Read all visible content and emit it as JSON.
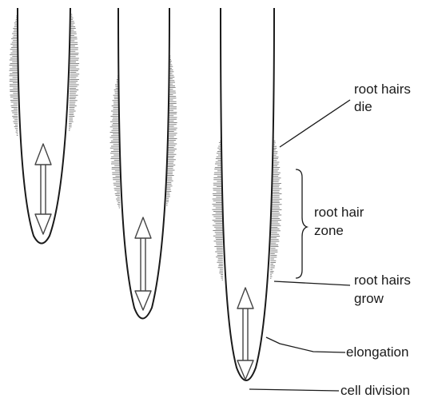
{
  "labels": {
    "root_hairs_die": [
      "root hairs",
      "die"
    ],
    "root_hair_zone": [
      "root hair",
      "zone"
    ],
    "root_hairs_grow": [
      "root hairs",
      "grow"
    ],
    "elongation": "elongation",
    "cell_division": "cell division"
  },
  "colors": {
    "outline": "#1a1a1a",
    "hairs": "#666666",
    "arrow": "#444444",
    "background": "#ffffff"
  }
}
